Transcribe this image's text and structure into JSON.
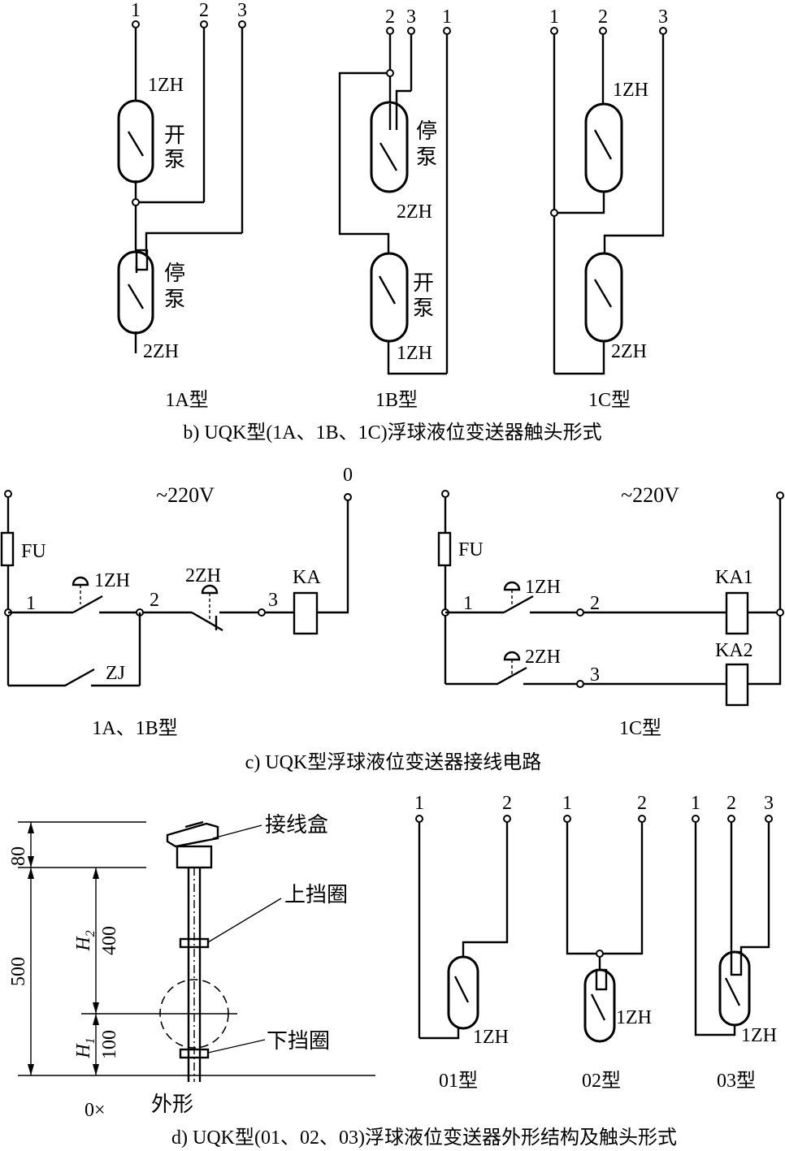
{
  "section_b": {
    "terminals_1a": [
      "1",
      "2",
      "3"
    ],
    "terminals_1b": [
      "2",
      "3",
      "1"
    ],
    "terminals_1c": [
      "1",
      "2",
      "3"
    ],
    "label_1zh": "1ZH",
    "label_2zh": "2ZH",
    "label_start": "开泵",
    "label_stop": "停泵",
    "type_1a": "1A型",
    "type_1b": "1B型",
    "type_1c": "1C型",
    "caption": "b) UQK型(1A、1B、1C)浮球液位变送器触头形式"
  },
  "section_c": {
    "voltage": "~220V",
    "neutral": "0",
    "fuse": "FU",
    "sw_1zh": "1ZH",
    "sw_2zh": "2ZH",
    "relay_ka": "KA",
    "relay_ka1": "KA1",
    "relay_ka2": "KA2",
    "holding": "ZJ",
    "node_1": "1",
    "node_2": "2",
    "node_3": "3",
    "type_left": "1A、1B型",
    "type_right": "1C型",
    "caption": "c) UQK型浮球液位变送器接线电路"
  },
  "section_d": {
    "dim_80": "80",
    "dim_500": "500",
    "dim_400": "400",
    "dim_100": "100",
    "h2": "H",
    "h2_sub": "2",
    "h1": "H",
    "h1_sub": "1",
    "origin": "0×",
    "outline_label": "外形",
    "junction_box": "接线盒",
    "upper_ring": "上挡圈",
    "lower_ring": "下挡圈",
    "terminals_01": [
      "1",
      "2"
    ],
    "terminals_02": [
      "1",
      "2"
    ],
    "terminals_03": [
      "1",
      "2",
      "3"
    ],
    "label_1zh": "1ZH",
    "type_01": "01型",
    "type_02": "02型",
    "type_03": "03型",
    "caption": "d) UQK型(01、02、03)浮球液位变送器外形结构及触头形式"
  }
}
